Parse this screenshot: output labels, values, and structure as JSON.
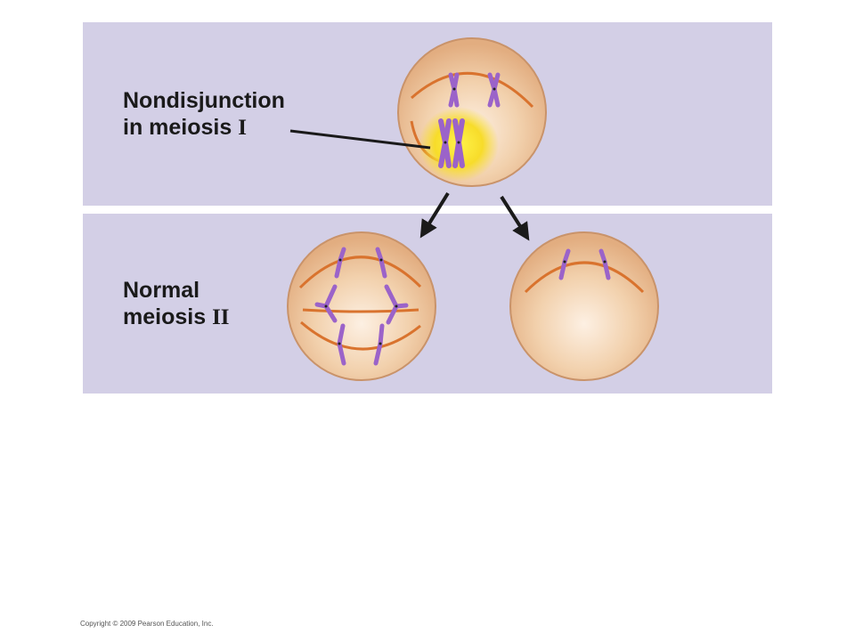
{
  "labels": {
    "top_line1": "Nondisjunction",
    "top_line2_prefix": "in meiosis ",
    "top_roman": "I",
    "bottom_line1": "Normal",
    "bottom_line2_prefix": "meiosis ",
    "bottom_roman": "II"
  },
  "copyright": "Copyright © 2009 Pearson Education, Inc.",
  "colors": {
    "panel": "#d3cfe6",
    "cell_fill": "#efcaa3",
    "cell_edge": "#c9936a",
    "spindle": "#d9732e",
    "chromosome": "#9b63c9",
    "highlight": "#f5e02a"
  }
}
